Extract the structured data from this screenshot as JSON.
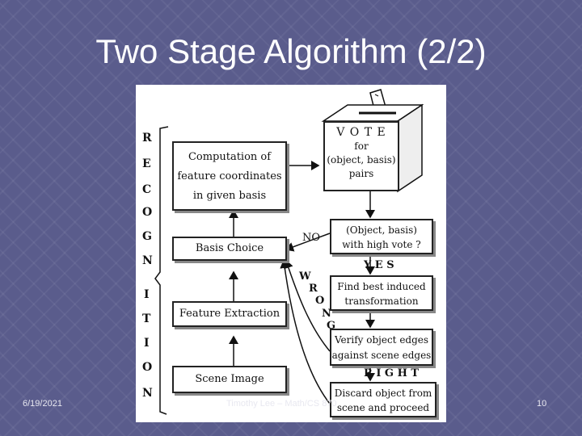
{
  "slide": {
    "title": "Two Stage Algorithm (2/2)",
    "date": "6/19/2021",
    "footer": "Timothy Lee – Math/CS 870",
    "page_number": "10"
  },
  "diagram": {
    "recognition_letters": [
      "R",
      "E",
      "C",
      "O",
      "G",
      "N",
      "I",
      "T",
      "I",
      "O",
      "N"
    ],
    "vote_box": {
      "title": "V O T E",
      "line1": "for",
      "line2": "(object, basis)",
      "line3": "pairs"
    },
    "left_boxes": {
      "computation": [
        "Computation of",
        "feature coordinates",
        "in given basis"
      ],
      "basis_choice": "Basis Choice",
      "feature_extraction": "Feature Extraction",
      "scene_image": "Scene Image"
    },
    "right_boxes": {
      "high_vote": [
        "(Object, basis)",
        "with high vote ?"
      ],
      "best_transform": [
        "Find best induced",
        "transformation"
      ],
      "verify": [
        "Verify object edges",
        "against scene edges"
      ],
      "discard": [
        "Discard object from",
        "scene and proceed"
      ]
    },
    "labels": {
      "no": "NO",
      "yes": "Y E S",
      "wrong": [
        "W",
        "R",
        "O",
        "N",
        "G"
      ],
      "right": "R I G H T"
    }
  }
}
